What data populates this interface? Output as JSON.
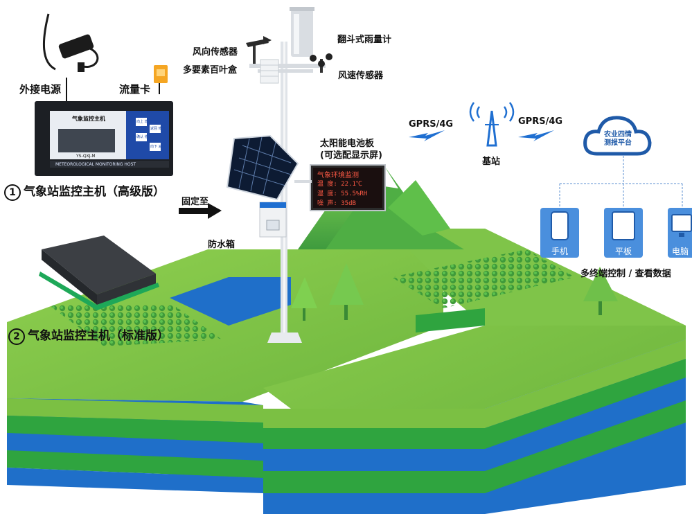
{
  "labels": {
    "power": "外接电源",
    "sim_card": "流量卡",
    "wind_direction": "风向传感器",
    "louver_box": "多要素百叶盒",
    "rain_gauge": "翻斗式雨量计",
    "wind_speed": "风速传感器",
    "solar_panel_line1": "太阳能电池板",
    "solar_panel_line2": "(可选配显示屏)",
    "mount_to": "固定至",
    "waterproof_box": "防水箱",
    "gprs_left": "GPRS/4G",
    "gprs_right": "GPRS/4G",
    "base_station": "基站",
    "multi_terminal": "多终端控制 / 查看数据"
  },
  "products": {
    "advanced_num": "1",
    "advanced_name": "气象站监控主机（高级版）",
    "standard_num": "2",
    "standard_name": "气象站监控主机（标准版）"
  },
  "host_device": {
    "title": "气象监控主机",
    "subtitle": "METEOROLOGICAL MONITORING HOST",
    "model": "YS-QXJ-M",
    "btn1": "向上\n增加",
    "btn2": "确认\n修改",
    "btn3": "返回\n修改",
    "btn4": "向下\n减少"
  },
  "led_display": {
    "title": "气象环境监测",
    "row1": "温 度: 22.1℃",
    "row2": "湿 度: 55.5%RH",
    "row3": "噪 声: 35dB"
  },
  "cloud": {
    "line1": "农业四情",
    "line2": "测报平台"
  },
  "terminals": [
    {
      "name": "手机",
      "icon": "phone-icon"
    },
    {
      "name": "平板",
      "icon": "tablet-icon"
    },
    {
      "name": "电脑",
      "icon": "monitor-icon"
    }
  ],
  "colors": {
    "grass_top": "#7bc043",
    "soil_green": "#3aa845",
    "soil_blue": "#1f6fc9",
    "mountain": "#5fb847",
    "led_red": "#ff5a45",
    "accent_blue": "#1f6fd1"
  }
}
